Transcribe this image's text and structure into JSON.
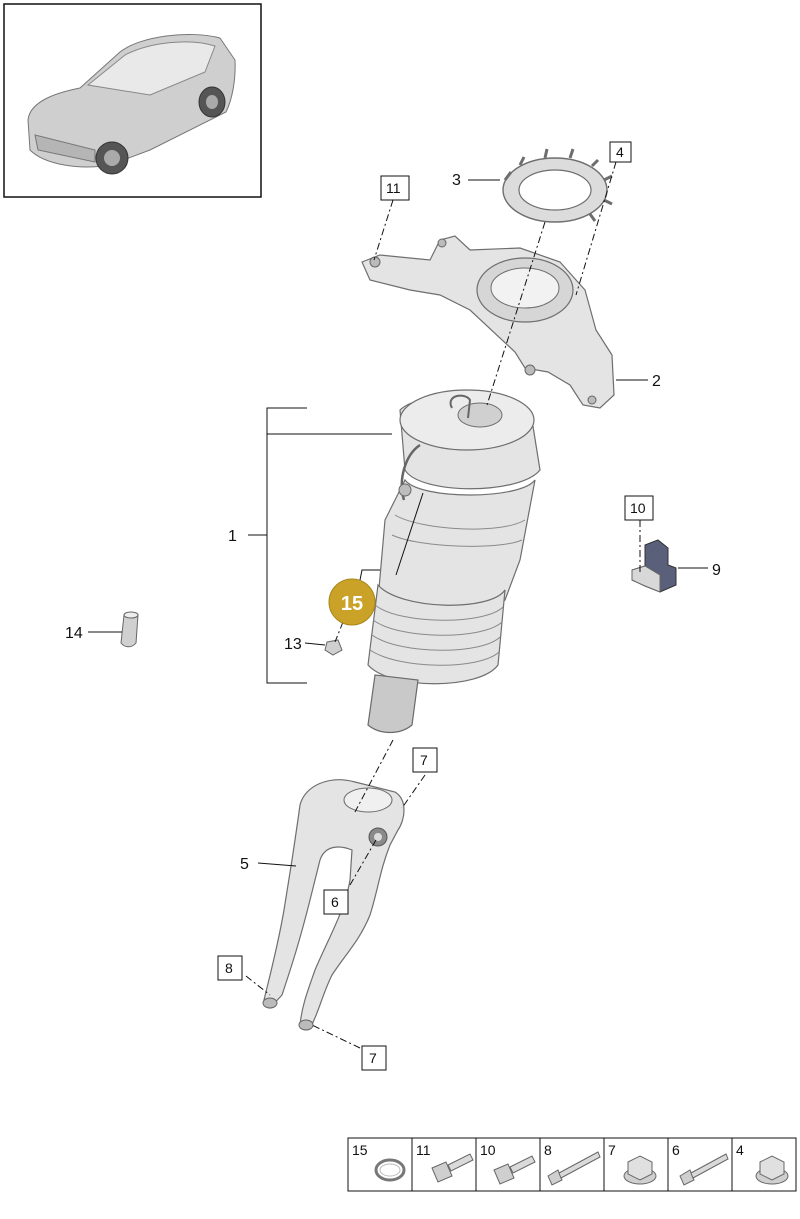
{
  "callouts": {
    "c1": "1",
    "c2": "2",
    "c3": "3",
    "c4": "4",
    "c5": "5",
    "c6": "6",
    "c7a": "7",
    "c7b": "7",
    "c8": "8",
    "c9": "9",
    "c10": "10",
    "c11": "11",
    "c13": "13",
    "c14": "14",
    "c15": "15"
  },
  "highlight_color": "#c9a227",
  "legend": [
    {
      "num": "15",
      "icon": "washer-ring-icon"
    },
    {
      "num": "11",
      "icon": "flange-bolt-icon"
    },
    {
      "num": "10",
      "icon": "flange-bolt-icon"
    },
    {
      "num": "8",
      "icon": "long-bolt-icon"
    },
    {
      "num": "7",
      "icon": "flange-nut-icon"
    },
    {
      "num": "6",
      "icon": "long-bolt-icon"
    },
    {
      "num": "4",
      "icon": "flange-nut-icon"
    }
  ]
}
